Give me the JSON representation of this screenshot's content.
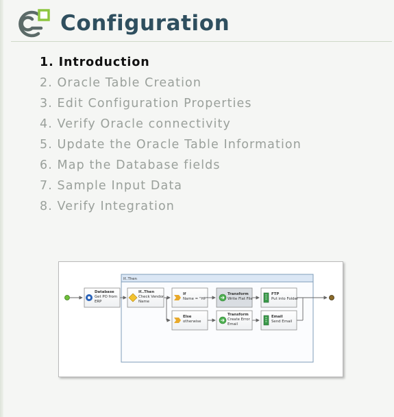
{
  "header": {
    "title": "Configuration"
  },
  "steps": [
    {
      "label": "1. Introduction",
      "active": true
    },
    {
      "label": "2. Oracle Table Creation",
      "active": false
    },
    {
      "label": "3. Edit Configuration Properties",
      "active": false
    },
    {
      "label": "4. Verify Oracle connectivity",
      "active": false
    },
    {
      "label": "5. Update the Oracle Table Information",
      "active": false
    },
    {
      "label": "6. Map the Database fields",
      "active": false
    },
    {
      "label": "7. Sample Input Data",
      "active": false
    },
    {
      "label": "8. Verify Integration",
      "active": false
    }
  ],
  "diagram": {
    "group_label": "If..Then",
    "nodes": {
      "database": {
        "title": "Database",
        "line1": "Get PO from",
        "line2": "ERP"
      },
      "ifthen": {
        "title": "If..Then",
        "line1": "Check Vendor",
        "line2": "Name"
      },
      "if_branch": {
        "title": "If",
        "line1": "Name = \"HP\""
      },
      "else_branch": {
        "title": "Else",
        "line1": "otherwise"
      },
      "transform1": {
        "title": "Transform",
        "line1": "Write Flat File"
      },
      "transform2": {
        "title": "Transform",
        "line1": "Create Error",
        "line2": "Email"
      },
      "ftp": {
        "title": "FTP",
        "line1": "Put into Folder"
      },
      "email": {
        "title": "Email",
        "line1": "Send Email"
      }
    }
  },
  "colors": {
    "title": "#2f4f5f",
    "active_step": "#111111",
    "inactive_step": "#9aa09b",
    "logo_green": "#8dc63f",
    "logo_gray": "#5b6a68"
  },
  "icons": {
    "logo": "configuration-logo-icon",
    "start": "start-node-icon",
    "end": "end-node-icon",
    "database": "gear-icon",
    "decision": "diamond-icon",
    "branch": "chevron-icon",
    "transform": "transform-icon",
    "ftp": "ftp-icon",
    "email": "email-icon"
  }
}
